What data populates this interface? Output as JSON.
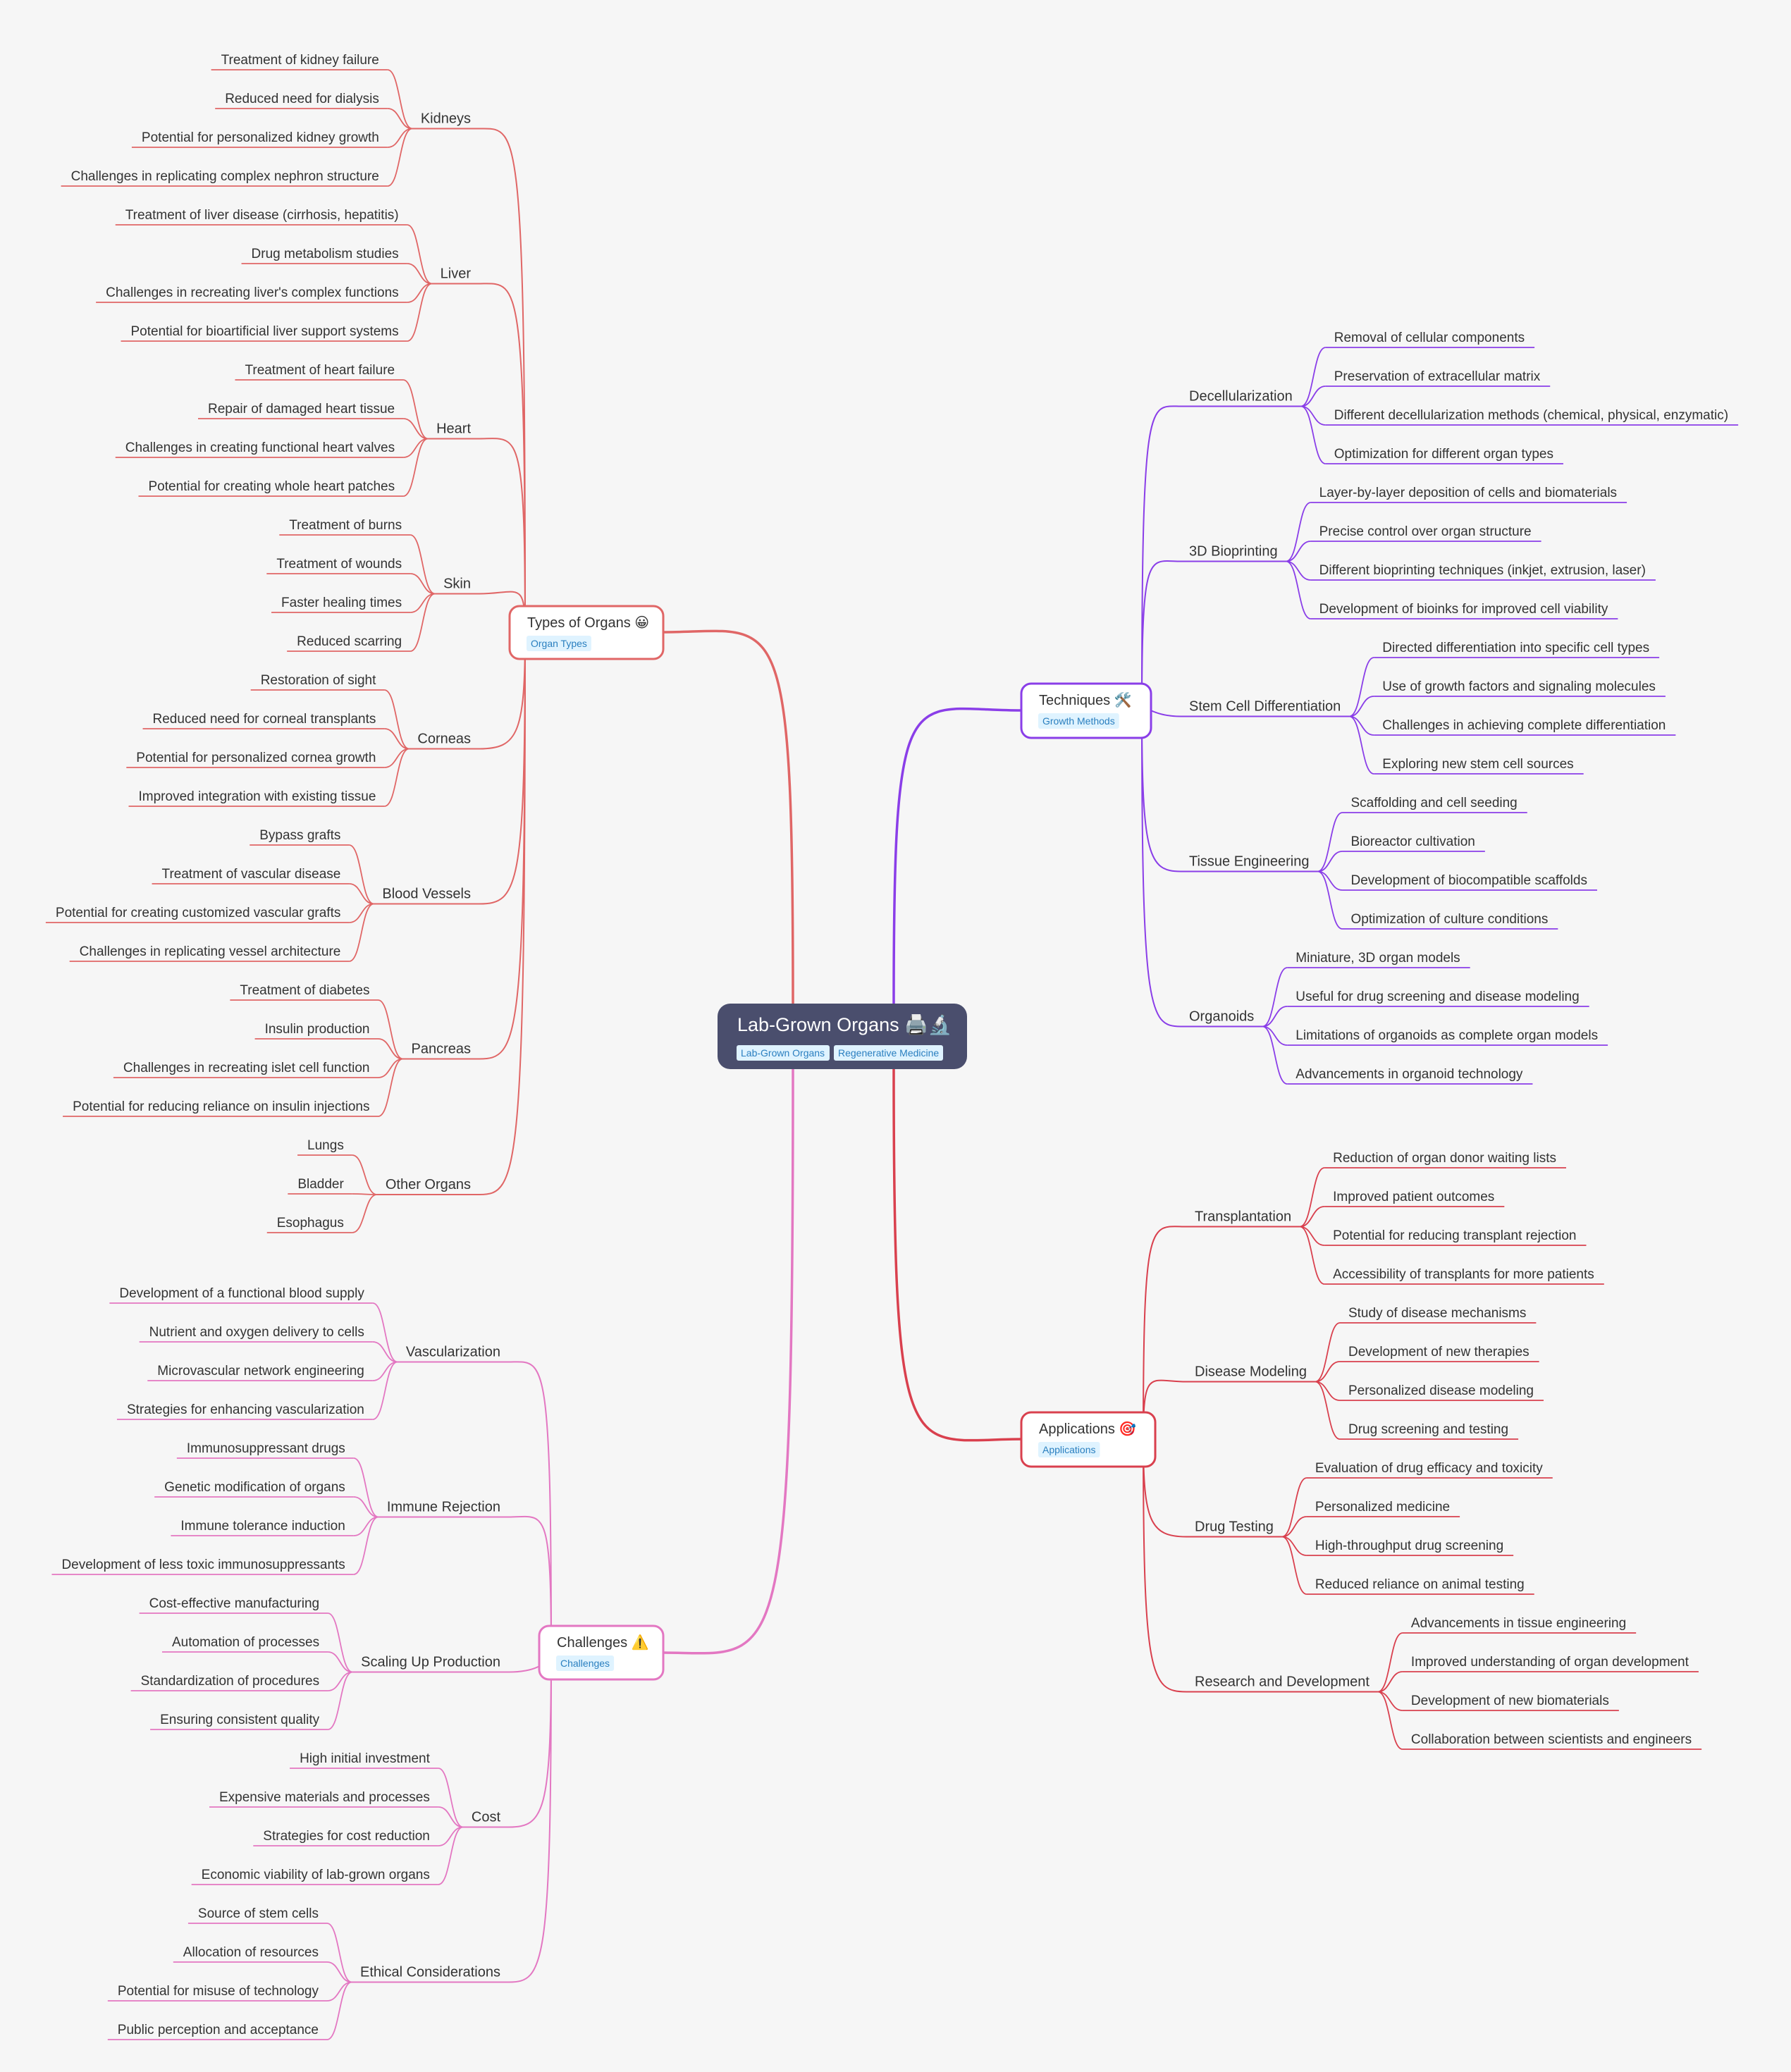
{
  "root": {
    "title": "Lab-Grown Organs 🖨️🔬",
    "tags": [
      "Lab-Grown Organs",
      "Regenerative Medicine"
    ]
  },
  "branches": [
    {
      "key": "types",
      "title": "Types of Organs 😀",
      "tag": "Organ Types",
      "color": "#e06666",
      "side": "left",
      "children": [
        {
          "label": "Kidneys",
          "children": [
            "Treatment of kidney failure",
            "Reduced need for dialysis",
            "Potential for personalized kidney growth",
            "Challenges in replicating complex nephron structure"
          ]
        },
        {
          "label": "Liver",
          "children": [
            "Treatment of liver disease (cirrhosis, hepatitis)",
            "Drug metabolism studies",
            "Challenges in recreating liver's complex functions",
            "Potential for bioartificial liver support systems"
          ]
        },
        {
          "label": "Heart",
          "children": [
            "Treatment of heart failure",
            "Repair of damaged heart tissue",
            "Challenges in creating functional heart valves",
            "Potential for creating whole heart patches"
          ]
        },
        {
          "label": "Skin",
          "children": [
            "Treatment of burns",
            "Treatment of wounds",
            "Faster healing times",
            "Reduced scarring"
          ]
        },
        {
          "label": "Corneas",
          "children": [
            "Restoration of sight",
            "Reduced need for corneal transplants",
            "Potential for personalized cornea growth",
            "Improved integration with existing tissue"
          ]
        },
        {
          "label": "Blood Vessels",
          "children": [
            "Bypass grafts",
            "Treatment of vascular disease",
            "Potential for creating customized vascular grafts",
            "Challenges in replicating vessel architecture"
          ]
        },
        {
          "label": "Pancreas",
          "children": [
            "Treatment of diabetes",
            "Insulin production",
            "Challenges in recreating islet cell function",
            "Potential for reducing reliance on insulin injections"
          ]
        },
        {
          "label": "Other Organs",
          "children": [
            "Lungs",
            "Bladder",
            "Esophagus"
          ]
        }
      ]
    },
    {
      "key": "challenges",
      "title": "Challenges ⚠️",
      "tag": "Challenges",
      "color": "#e377c2",
      "side": "left",
      "children": [
        {
          "label": "Vascularization",
          "children": [
            "Development of a functional blood supply",
            "Nutrient and oxygen delivery to cells",
            "Microvascular network engineering",
            "Strategies for enhancing vascularization"
          ]
        },
        {
          "label": "Immune Rejection",
          "children": [
            "Immunosuppressant drugs",
            "Genetic modification of organs",
            "Immune tolerance induction",
            "Development of less toxic immunosuppressants"
          ]
        },
        {
          "label": "Scaling Up Production",
          "children": [
            "Cost-effective manufacturing",
            "Automation of processes",
            "Standardization of procedures",
            "Ensuring consistent quality"
          ]
        },
        {
          "label": "Cost",
          "children": [
            "High initial investment",
            "Expensive materials and processes",
            "Strategies for cost reduction",
            "Economic viability of lab-grown organs"
          ]
        },
        {
          "label": "Ethical Considerations",
          "children": [
            "Source of stem cells",
            "Allocation of resources",
            "Potential for misuse of technology",
            "Public perception and acceptance"
          ]
        }
      ]
    },
    {
      "key": "techniques",
      "title": "Techniques 🛠️",
      "tag": "Growth Methods",
      "color": "#8a3ee8",
      "side": "right",
      "children": [
        {
          "label": "Decellularization",
          "children": [
            "Removal of cellular components",
            "Preservation of extracellular matrix",
            "Different decellularization methods (chemical, physical, enzymatic)",
            "Optimization for different organ types"
          ]
        },
        {
          "label": "3D Bioprinting",
          "children": [
            "Layer-by-layer deposition of cells and biomaterials",
            "Precise control over organ structure",
            "Different bioprinting techniques (inkjet, extrusion, laser)",
            "Development of bioinks for improved cell viability"
          ]
        },
        {
          "label": "Stem Cell Differentiation",
          "children": [
            "Directed differentiation into specific cell types",
            "Use of growth factors and signaling molecules",
            "Challenges in achieving complete differentiation",
            "Exploring new stem cell sources"
          ]
        },
        {
          "label": "Tissue Engineering",
          "children": [
            "Scaffolding and cell seeding",
            "Bioreactor cultivation",
            "Development of biocompatible scaffolds",
            "Optimization of culture conditions"
          ]
        },
        {
          "label": "Organoids",
          "children": [
            "Miniature, 3D organ models",
            "Useful for drug screening and disease modeling",
            "Limitations of organoids as complete organ models",
            "Advancements in organoid technology"
          ]
        }
      ]
    },
    {
      "key": "applications",
      "title": "Applications 🎯",
      "tag": "Applications",
      "color": "#d9404e",
      "side": "right",
      "children": [
        {
          "label": "Transplantation",
          "children": [
            "Reduction of organ donor waiting lists",
            "Improved patient outcomes",
            "Potential for reducing transplant rejection",
            "Accessibility of transplants for more patients"
          ]
        },
        {
          "label": "Disease Modeling",
          "children": [
            "Study of disease mechanisms",
            "Development of new therapies",
            "Personalized disease modeling",
            "Drug screening and testing"
          ]
        },
        {
          "label": "Drug Testing",
          "children": [
            "Evaluation of drug efficacy and toxicity",
            "Personalized medicine",
            "High-throughput drug screening",
            "Reduced reliance on animal testing"
          ]
        },
        {
          "label": "Research and Development",
          "children": [
            "Advancements in tissue engineering",
            "Improved understanding of organ development",
            "Development of new biomaterials",
            "Collaboration between scientists and engineers"
          ]
        }
      ]
    }
  ]
}
